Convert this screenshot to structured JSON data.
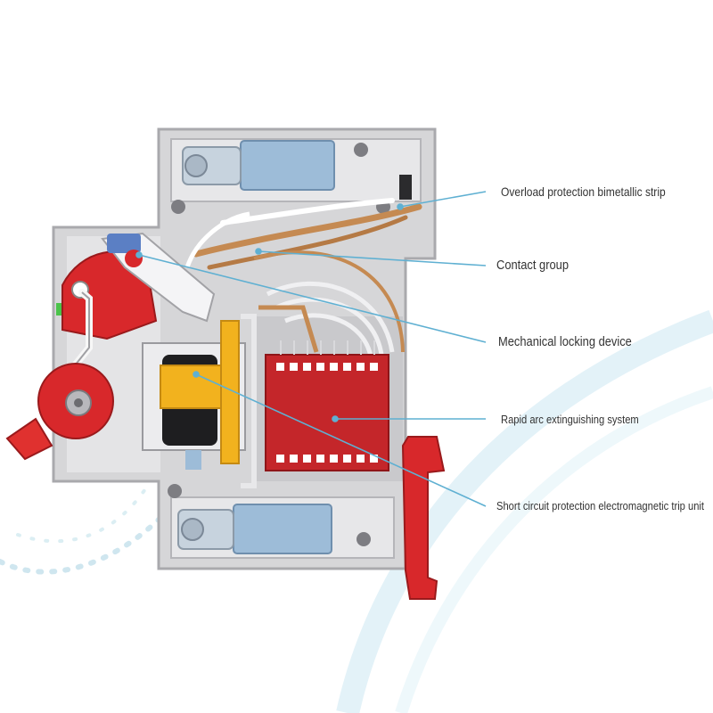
{
  "diagram": {
    "labels": [
      "Overload protection bimetallic strip",
      "Contact group",
      "Mechanical locking device",
      "Rapid arc extinguishing system",
      "Short circuit protection electromagnetic trip unit"
    ],
    "colors": {
      "label_text": "#333333",
      "leader_line": "#5fb0d2",
      "housing": "#d6d6d8",
      "red_parts": "#d8282b",
      "copper": "#c58a52",
      "yellow_coil": "#f2b21e",
      "blue_terminal": "#9dbcd8"
    }
  }
}
